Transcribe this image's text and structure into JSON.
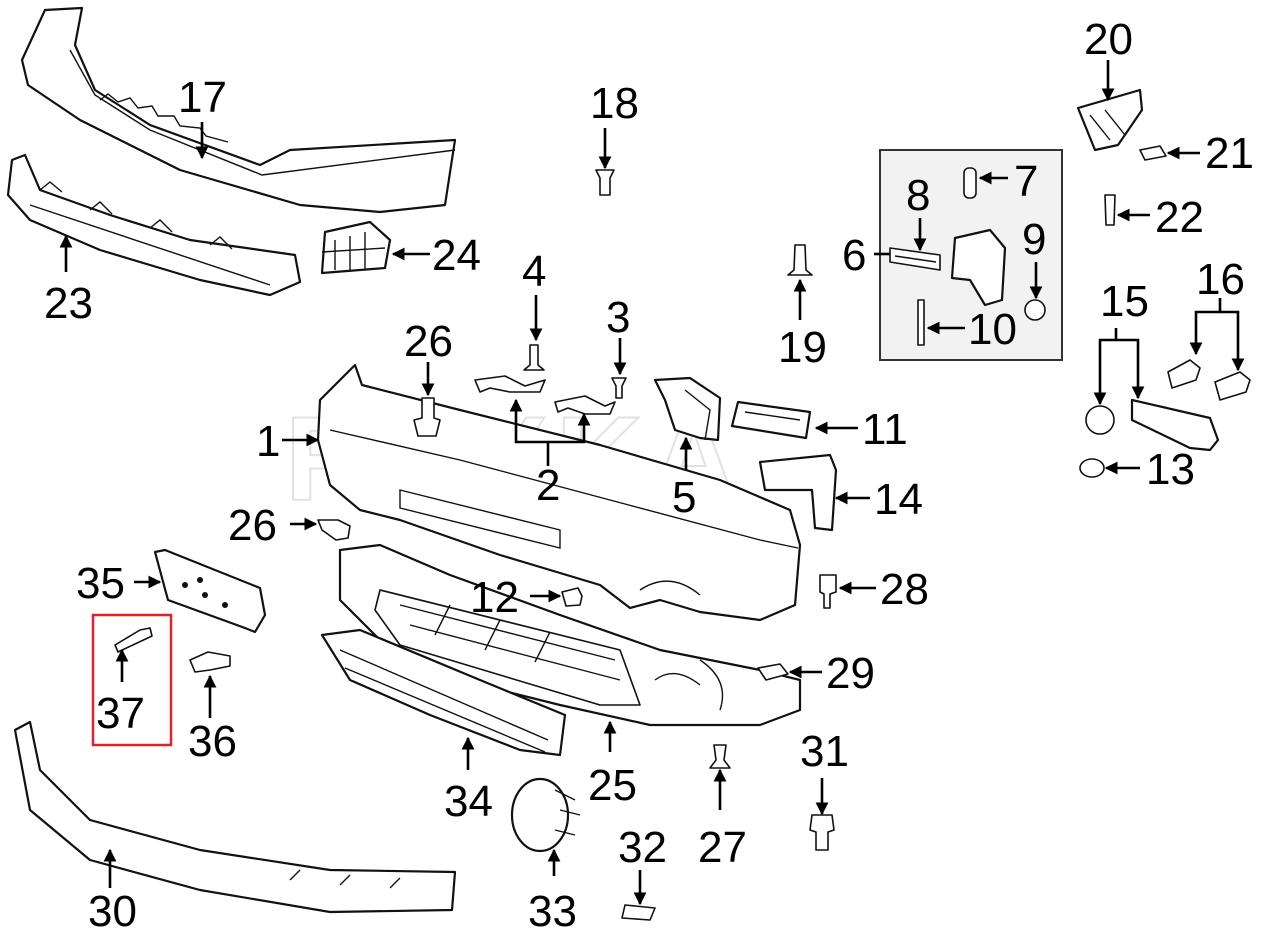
{
  "watermark": "REXKA",
  "callouts": {
    "c1": "1",
    "c2": "2",
    "c3": "3",
    "c4": "4",
    "c5": "5",
    "c6": "6",
    "c7": "7",
    "c8": "8",
    "c9": "9",
    "c10": "10",
    "c11": "11",
    "c12": "12",
    "c13": "13",
    "c14": "14",
    "c15": "15",
    "c16": "16",
    "c17": "17",
    "c18": "18",
    "c19": "19",
    "c20": "20",
    "c21": "21",
    "c22": "22",
    "c23": "23",
    "c24": "24",
    "c25": "25",
    "c26a": "26",
    "c26b": "26",
    "c27": "27",
    "c28": "28",
    "c29": "29",
    "c30": "30",
    "c31": "31",
    "c32": "32",
    "c33": "33",
    "c34": "34",
    "c35": "35",
    "c36": "36",
    "c37": "37"
  },
  "highlight": {
    "part": "37",
    "color": "#e0202a"
  },
  "colors": {
    "line": "#111111",
    "inset_box": "#f2f2f2",
    "watermark": "#e2e2e2"
  }
}
